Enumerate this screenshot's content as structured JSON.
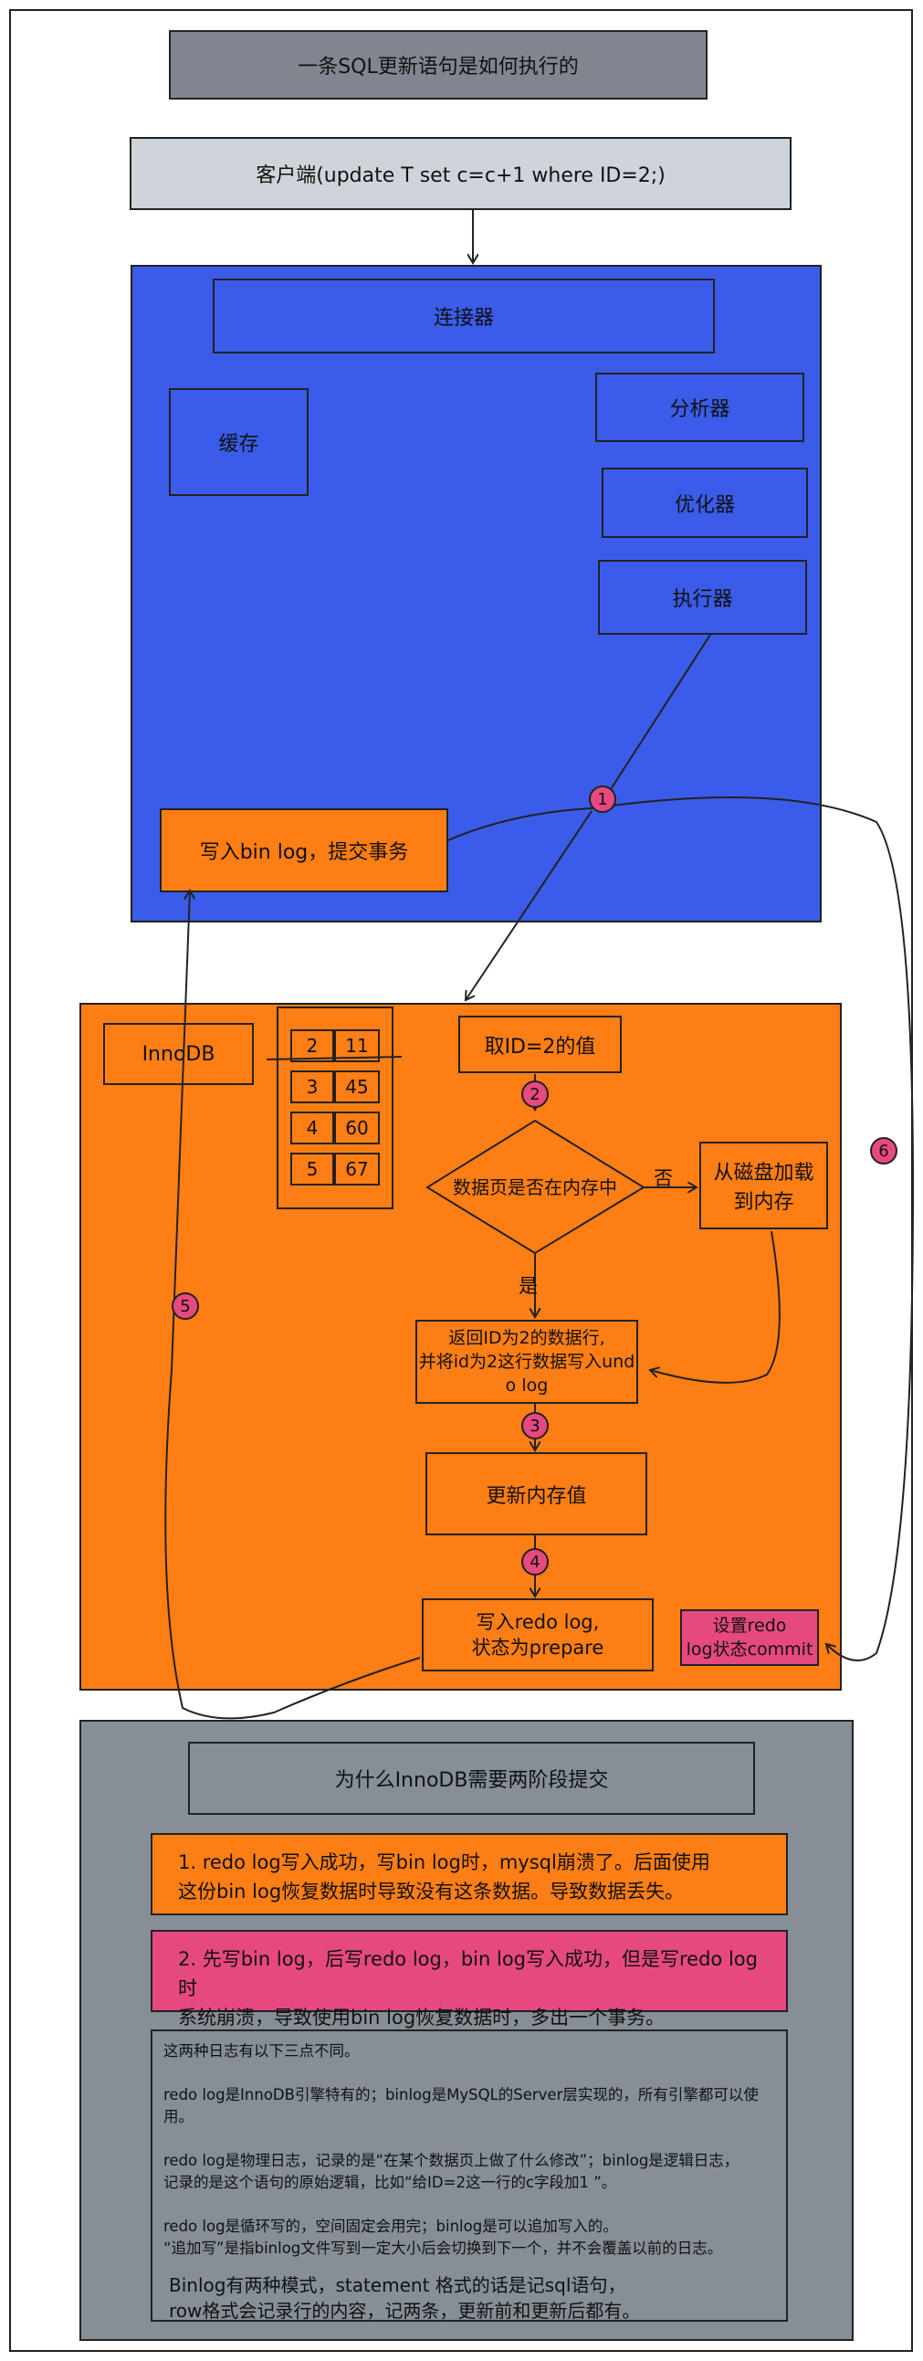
{
  "title": "一条SQL更新语句是如何执行的",
  "client": "客户端(update T set c=c+1 where ID=2;)",
  "server": {
    "connector": "连接器",
    "cache": "缓存",
    "analyzer": "分析器",
    "optimizer": "优化器",
    "executor": "执行器",
    "binlog_commit": "写入bin log，提交事务"
  },
  "innodb": {
    "label": "InnoDB",
    "rows": [
      {
        "id": "2",
        "val": "11"
      },
      {
        "id": "3",
        "val": "45"
      },
      {
        "id": "4",
        "val": "60"
      },
      {
        "id": "5",
        "val": "67"
      }
    ],
    "fetch": "取ID=2的值",
    "decision": "数据页是否在内存中",
    "no": "否",
    "yes": "是",
    "load": "从磁盘加载到内存",
    "return_line1": "返回ID为2的数据行,",
    "return_line2": "并将id为2这行数据写入und",
    "return_line3": "o log",
    "update_mem": "更新内存值",
    "redo_line1": "写入redo log,",
    "redo_line2": "状态为prepare",
    "commit_line1": "设置redo",
    "commit_line2": "log状态commit"
  },
  "steps": [
    "1",
    "2",
    "3",
    "4",
    "5",
    "6"
  ],
  "why": {
    "title": "为什么InnoDB需要两阶段提交",
    "case1_line1": "1. redo log写入成功，写bin log时，mysql崩溃了。后面使用",
    "case1_line2": "这份bin log恢复数据时导致没有这条数据。导致数据丢失。",
    "case2_line1": "2. 先写bin log，后写redo log，bin log写入成功，但是写redo log时",
    "case2_line2": "系统崩溃，导致使用bin log恢复数据时，多出一个事务。",
    "diff_intro": "这两种日志有以下三点不同。",
    "diff1": "redo log是InnoDB引擎特有的；binlog是MySQL的Server层实现的，所有引擎都可以使用。",
    "diff2_line1": "redo log是物理日志，记录的是“在某个数据页上做了什么修改”；binlog是逻辑日志，",
    "diff2_line2": "记录的是这个语句的原始逻辑，比如“给ID=2这一行的c字段加1 ”。",
    "diff3_line1": "redo log是循环写的，空间固定会用完；binlog是可以追加写入的。",
    "diff3_line2": "“追加写”是指binlog文件写到一定大小后会切换到下一个，并不会覆盖以前的日志。",
    "binlog_line1": "Binlog有两种模式，statement 格式的话是记sql语句，",
    "binlog_line2": "row格式会记录行的内容，记两条，更新前和更新后都有。"
  }
}
